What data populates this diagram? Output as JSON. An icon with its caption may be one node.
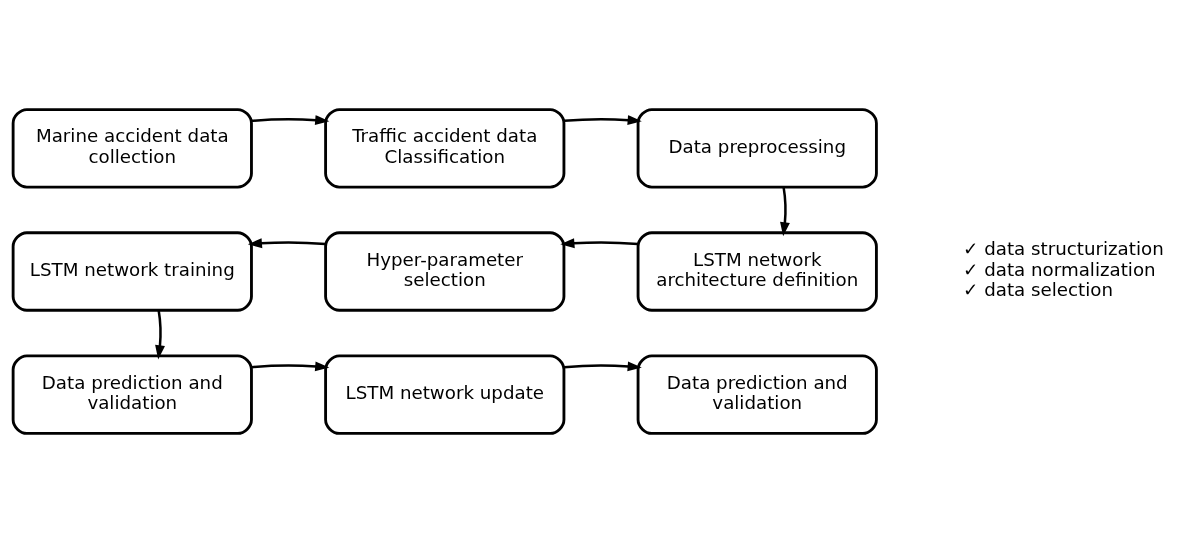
{
  "diagram": {
    "nodes": [
      {
        "text": [
          "Marine accident data collection"
        ]
      },
      {
        "text": [
          "Traffic accident data Classification"
        ]
      },
      {
        "text": [
          "Data preprocessing"
        ],
        "beside": [
          "✓ data structurization",
          "✓ data normalization",
          "✓ data selection"
        ]
      },
      {
        "text": [
          "LSTM network architecture definition"
        ]
      },
      {
        "text": [
          "Hyper-parameter selection"
        ]
      },
      {
        "text": [
          "LSTM network training"
        ]
      },
      {
        "text": [
          "Data prediction and validation"
        ]
      },
      {
        "text": [
          "LSTM network update"
        ]
      },
      {
        "text": [
          "Data prediction and validation"
        ]
      }
    ],
    "edges": [
      {
        "from": 0,
        "to": 1,
        "arrow": "to"
      },
      {
        "from": 1,
        "to": 2,
        "arrow": "to"
      },
      {
        "from": 2,
        "to": 3,
        "arrow": "to"
      },
      {
        "from": 3,
        "to": 4,
        "arrow": "to"
      },
      {
        "from": 4,
        "to": 5,
        "arrow": "to"
      },
      {
        "from": 5,
        "to": 6,
        "arrow": "to"
      },
      {
        "from": 6,
        "to": 7,
        "arrow": "to"
      },
      {
        "from": 7,
        "to": 8,
        "arrow": "to"
      }
    ]
  }
}
